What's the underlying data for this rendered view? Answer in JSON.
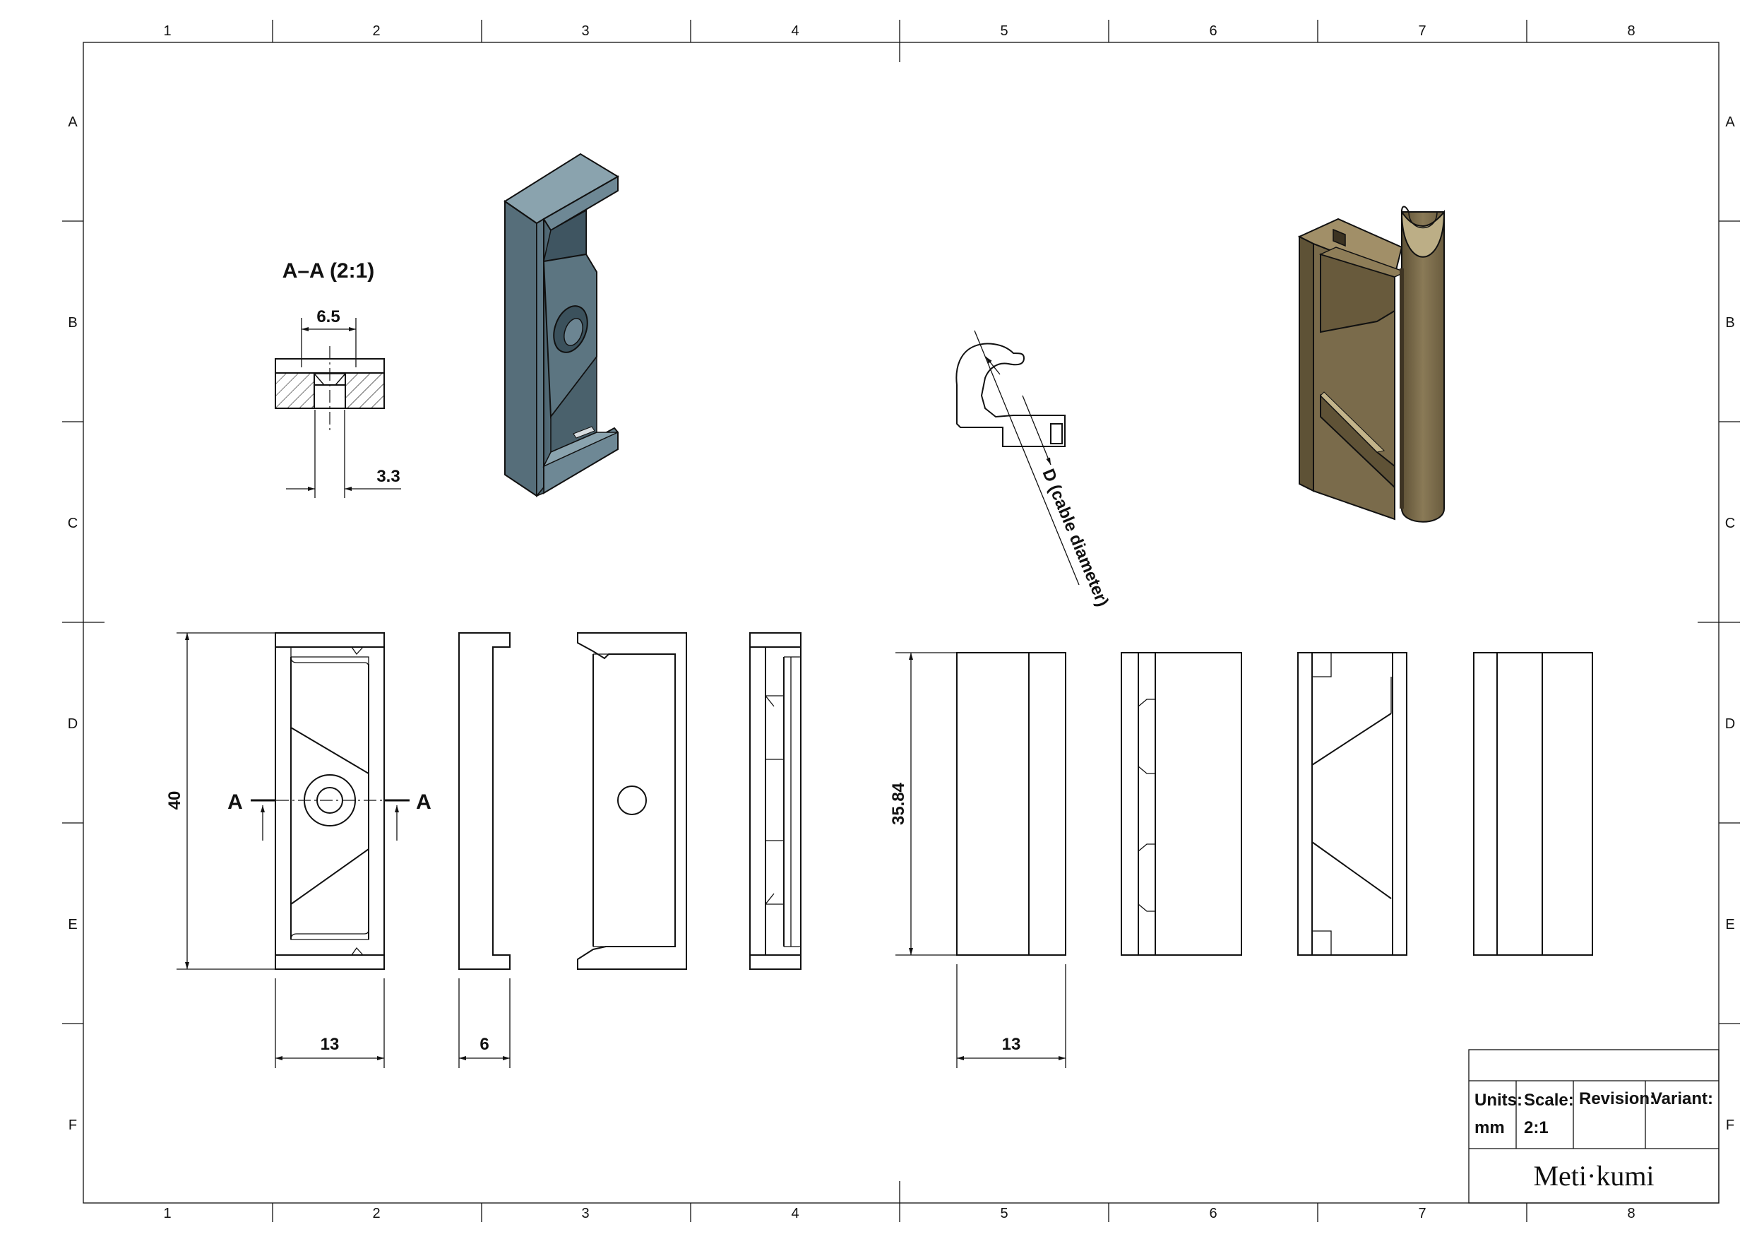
{
  "sheet": {
    "columns": [
      "1",
      "2",
      "3",
      "4",
      "5",
      "6",
      "7",
      "8"
    ],
    "rows": [
      "A",
      "B",
      "C",
      "D",
      "E",
      "F"
    ]
  },
  "section": {
    "title": "A–A (2:1)",
    "dim_top": "6.5",
    "dim_bottom": "3.3",
    "cut_marker": "A"
  },
  "cable_detail": {
    "label": "D (cable diameter)"
  },
  "dimensions": {
    "height_left": "40",
    "width_left": "13",
    "thickness": "6",
    "height_right": "35.84",
    "width_right": "13"
  },
  "iso_views": {
    "left_color": "#5f7784",
    "right_color": "#7b6c4d"
  },
  "title_block": {
    "units_label": "Units:",
    "units_value": "mm",
    "scale_label": "Scale:",
    "scale_value": "2:1",
    "revision_label": "Revision:",
    "variant_label": "Variant:",
    "brand": "Meti·kumi"
  }
}
